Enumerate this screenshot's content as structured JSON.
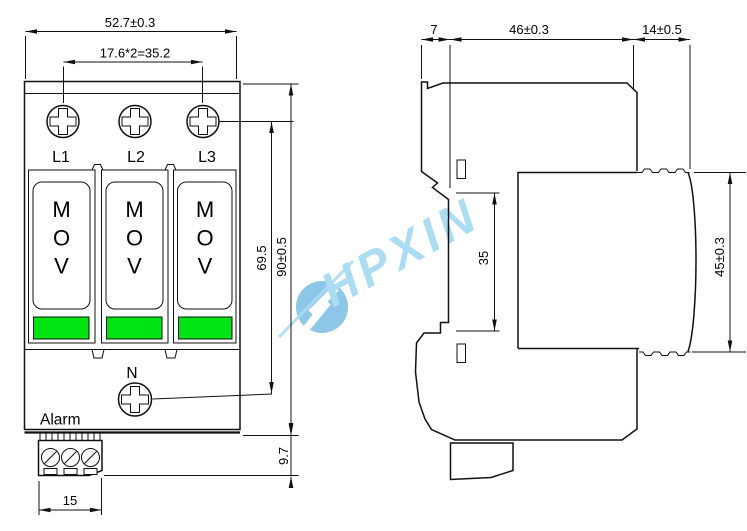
{
  "watermark": {
    "text": "HPXIN",
    "text_color": "#aadcf4",
    "logo_color": "#8cc7e7"
  },
  "colors": {
    "indicator_green": "#00e414",
    "line": "#111111"
  },
  "front_view": {
    "dim_overall_width": "52.7±0.3",
    "dim_module_pitch": "17.6*2=35.2",
    "dim_screw_height": "69.5",
    "dim_overall_height": "90±0.5",
    "dim_terminal_height": "9.7",
    "dim_terminal_width": "15",
    "terminals": [
      "L1",
      "L2",
      "L3"
    ],
    "neutral": "N",
    "alarm": "Alarm",
    "mov": [
      "M",
      "O",
      "V"
    ]
  },
  "side_view": {
    "dim_clip_depth": "7",
    "dim_body_depth": "46±0.3",
    "dim_module_depth": "14±0.5",
    "dim_rail_height": "35",
    "dim_module_height": "45±0.3"
  }
}
